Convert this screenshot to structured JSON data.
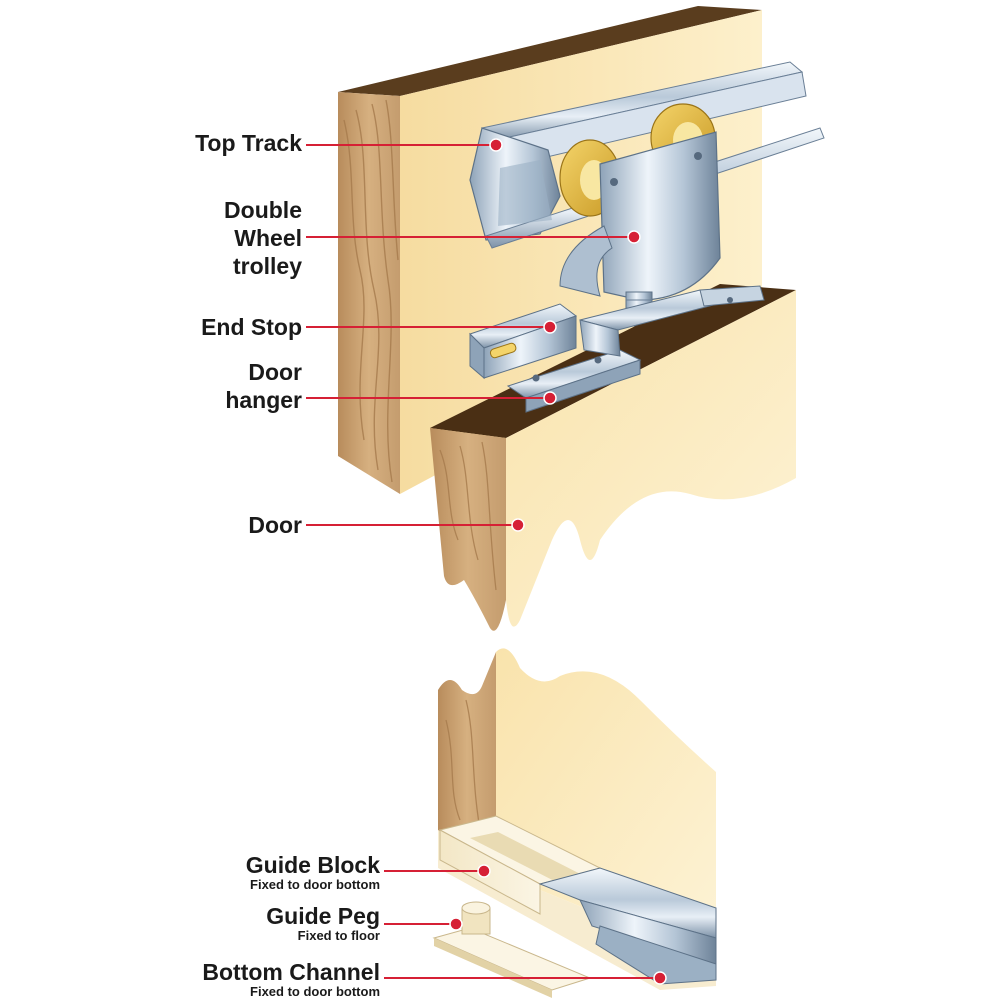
{
  "labels": {
    "top_track": "Top Track",
    "double_wheel_trolley": [
      "Double",
      "Wheel",
      "trolley"
    ],
    "end_stop": "End Stop",
    "door_hanger": [
      "Door",
      "hanger"
    ],
    "door": "Door",
    "guide_block": "Guide Block",
    "guide_block_note": "Fixed to door bottom",
    "guide_peg": "Guide Peg",
    "guide_peg_note": "Fixed to floor",
    "bottom_channel": "Bottom Channel",
    "bottom_channel_note": "Fixed to door bottom"
  },
  "colors": {
    "leader": "#d62035",
    "wood_face": "#fbe8b4",
    "wood_edge": "#c8a274",
    "wood_top": "#5a3d1e",
    "metal_light": "#e6eef6",
    "metal_mid": "#a7b9cc",
    "metal_dark": "#6a7f96",
    "wheel": "#e9c24a"
  }
}
